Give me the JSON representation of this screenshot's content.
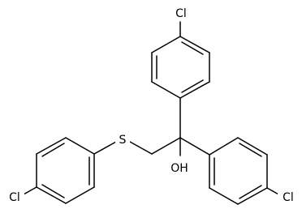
{
  "colors": {
    "bond": "#000000",
    "label": "#000000",
    "background": "#ffffff"
  },
  "labels": {
    "cl_top": "Cl",
    "cl_left": "Cl",
    "cl_right": "Cl",
    "sulfur": "S",
    "hydroxyl": "OH"
  }
}
